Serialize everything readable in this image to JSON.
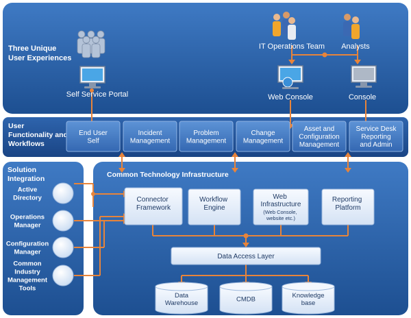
{
  "sections": {
    "user_experiences": "Three Unique User Experiences",
    "user_functionality": "User Functionality and Workflows",
    "solution_integration": "Solution Integration",
    "common_infrastructure": "Common Technology Infrastructure"
  },
  "experiences": {
    "self_service_portal": "Self Service Portal",
    "web_console": "Web Console",
    "console": "Console",
    "it_operations_team": "IT Operations Team",
    "analysts": "Analysts"
  },
  "workflows": [
    "End User Self Service",
    "Incident Management",
    "Problem Management",
    "Change Management",
    "Asset and Configuration Management",
    "Service Desk Reporting and Admin"
  ],
  "integration_items": [
    "Active Directory",
    "Operations Manager",
    "Configuration Manager",
    "Common Industry Management Tools"
  ],
  "infrastructure_modules": {
    "connector_framework": "Connector Framework",
    "workflow_engine": "Workflow Engine",
    "web_infrastructure": "Web Infrastructure",
    "web_infrastructure_note": "(Web Console, website etc.)",
    "reporting_platform": "Reporting Platform"
  },
  "data_access_layer": "Data Access Layer",
  "data_stores": [
    "Data Warehouse",
    "CMDB",
    "Knowledge base"
  ],
  "colors": {
    "panel_dark": "#1d4f91",
    "panel_light": "#3f7ac4",
    "box_light": "#e3ecf8",
    "box_border": "#9db8dc",
    "connector": "#e8843a"
  }
}
